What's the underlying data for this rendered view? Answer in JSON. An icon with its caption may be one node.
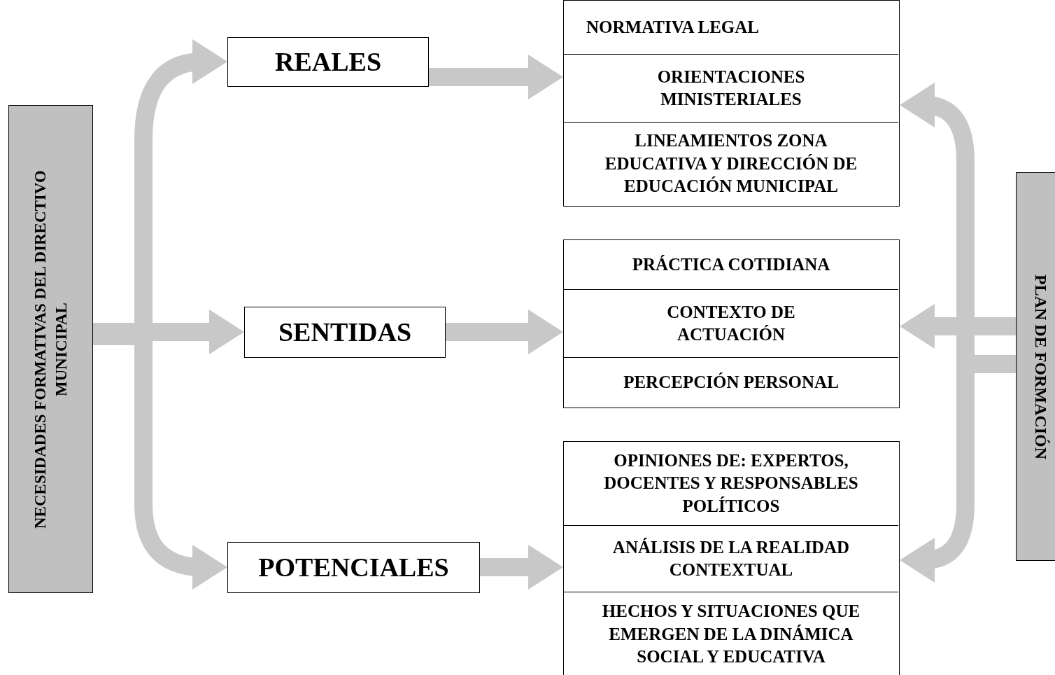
{
  "diagram": {
    "nodes": [
      {
        "text": [
          "NECESIDADES FORMATIVAS DEL DIRECTIVO MUNICIPAL"
        ]
      },
      {
        "text": [
          "REALES"
        ]
      },
      {
        "text": [],
        "shape": "box"
      },
      {
        "text": [
          "NORMATIVA LEGAL"
        ],
        "in": 2
      },
      {
        "text": [
          "ORIENTACIONES MINISTERIALES"
        ],
        "in": 2
      },
      {
        "text": [
          "LINEAMIENTOS ZONA EDUCATIVA Y DIRECCIÓN DE EDUCACIÓN MUNICIPAL"
        ],
        "in": 2
      },
      {
        "text": [
          "SENTIDAS"
        ]
      },
      {
        "text": [],
        "shape": "box"
      },
      {
        "text": [
          "PRÁCTICA COTIDIANA"
        ],
        "in": 7
      },
      {
        "text": [
          "CONTEXTO DE ACTUACIÓN"
        ],
        "in": 7
      },
      {
        "text": [
          "PERCEPCIÓN PERSONAL"
        ],
        "in": 7
      },
      {
        "text": [
          "POTENCIALES"
        ]
      },
      {
        "text": [],
        "shape": "box"
      },
      {
        "text": [
          "OPINIONES DE: EXPERTOS, DOCENTES Y RESPONSABLES POLÍTICOS"
        ],
        "in": 12
      },
      {
        "text": [
          "ANÁLISIS DE LA REALIDAD CONTEXTUAL"
        ],
        "in": 12
      },
      {
        "text": [
          "HECHOS Y SITUACIONES QUE EMERGEN DE LA DINÁMICA SOCIAL Y EDUCATIVA"
        ],
        "in": 12
      },
      {
        "text": [
          "PLAN DE FORMACIÓN"
        ]
      }
    ],
    "edges": [
      {
        "from": 0,
        "to": 1,
        "arrow": "to"
      },
      {
        "from": 0,
        "to": 6,
        "arrow": "to"
      },
      {
        "from": 0,
        "to": 11,
        "arrow": "to"
      },
      {
        "from": 1,
        "to": 2,
        "arrow": "to"
      },
      {
        "from": 6,
        "to": 7,
        "arrow": "to"
      },
      {
        "from": 11,
        "to": 12,
        "arrow": "to"
      },
      {
        "from": 16,
        "to": 2,
        "arrow": "to"
      },
      {
        "from": 16,
        "to": 7,
        "arrow": "to"
      },
      {
        "from": 16,
        "to": 12,
        "arrow": "to"
      }
    ]
  }
}
